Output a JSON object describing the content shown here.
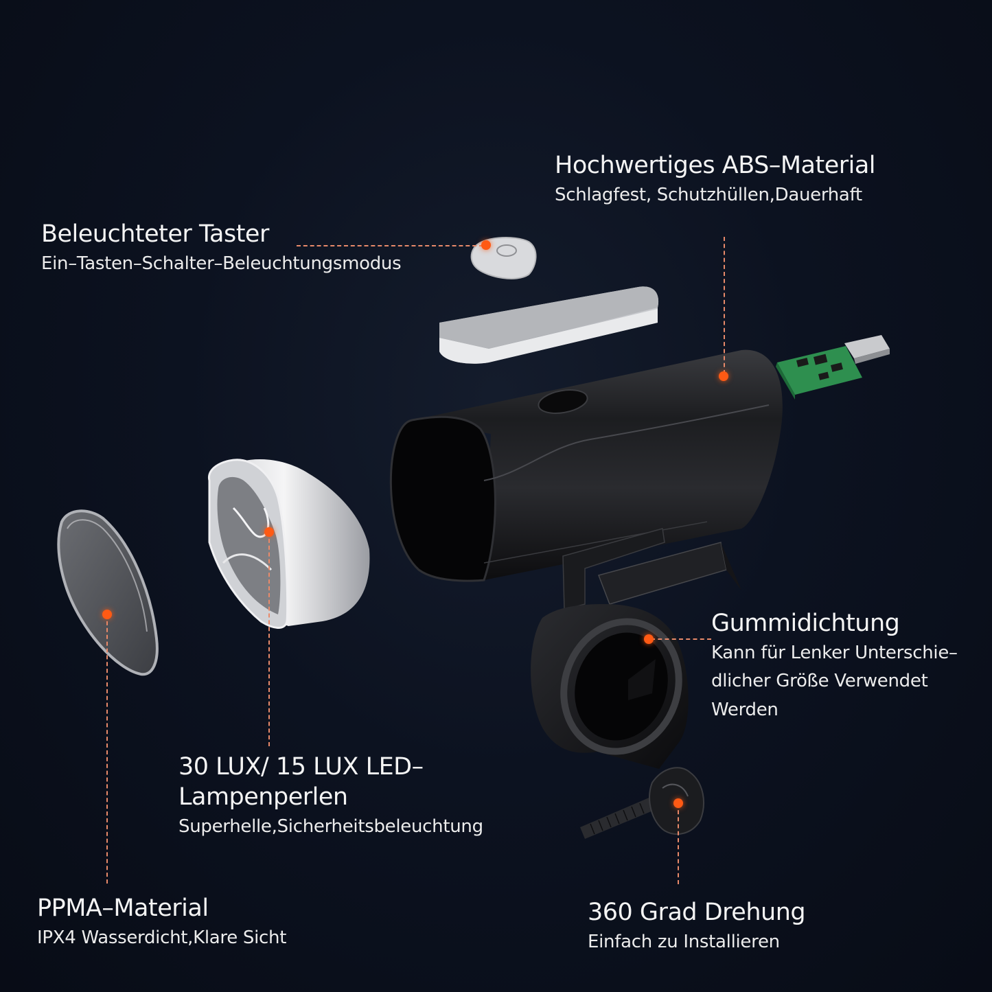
{
  "colors": {
    "background": "#0b1120",
    "accent_dot": "#ff5a14",
    "leader_line": "#e98a6a",
    "text": "#f2f2f2"
  },
  "callouts": {
    "abs_material": {
      "title": "Hochwertiges ABS–Material",
      "subtitle": "Schlagfest, Schutzhüllen,Dauerhaft"
    },
    "button": {
      "title": "Beleuchteter Taster",
      "subtitle": "Ein–Tasten–Schalter–Beleuchtungsmodus"
    },
    "rubber_seal": {
      "title": "Gummidichtung",
      "subtitle_lines": [
        "Kann für Lenker Unterschie–",
        "dlicher  Größe Verwendet",
        "Werden"
      ]
    },
    "led": {
      "title_lines": [
        "30 LUX/ 15 LUX LED–",
        "Lampenperlen"
      ],
      "subtitle": "Superhelle,Sicherheitsbeleuchtung"
    },
    "lens": {
      "title": "PPMA–Material",
      "subtitle": "IPX4 Wasserdicht,Klare Sicht"
    },
    "rotation": {
      "title": "360 Grad Drehung",
      "subtitle": "Einfach zu Installieren"
    }
  },
  "parts": [
    {
      "name": "illuminated-button"
    },
    {
      "name": "battery"
    },
    {
      "name": "circuit-board"
    },
    {
      "name": "housing-tube"
    },
    {
      "name": "reflector-cup"
    },
    {
      "name": "front-lens"
    },
    {
      "name": "handlebar-mount"
    },
    {
      "name": "thumb-screw"
    }
  ]
}
